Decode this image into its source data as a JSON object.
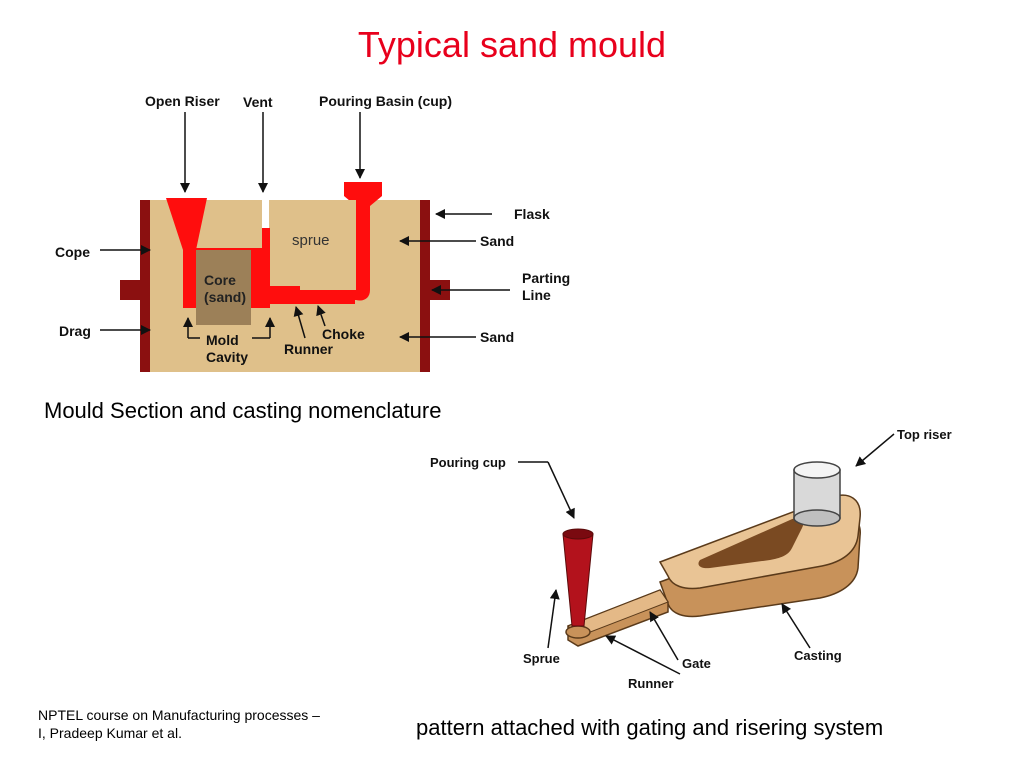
{
  "title": "Typical sand mould",
  "mould_section": {
    "labels": {
      "open_riser": "Open Riser",
      "vent": "Vent",
      "pouring_basin": "Pouring Basin (cup)",
      "flask": "Flask",
      "sand_top": "Sand",
      "cope": "Cope",
      "parting_line": "Parting\nLine",
      "drag": "Drag",
      "sand_bottom": "Sand",
      "core": "Core\n(sand)",
      "sprue": "sprue",
      "mold_cavity": "Mold\nCavity",
      "choke": "Choke",
      "runner": "Runner"
    },
    "caption": "Mould Section and casting nomenclature",
    "colors": {
      "sand": "#dfc08a",
      "metal": "#ff0d0d",
      "flask": "#8b1010",
      "core": "#9c8058"
    }
  },
  "pattern_view": {
    "labels": {
      "top_riser": "Top riser",
      "pouring_cup": "Pouring cup",
      "sprue": "Sprue",
      "gate": "Gate",
      "casting": "Casting",
      "runner": "Runner"
    },
    "caption": "pattern attached with gating and risering system",
    "colors": {
      "pattern": "#c8925a",
      "cup": "#b3121c",
      "riser": "#d9d9d9"
    }
  },
  "footer": "NPTEL course on Manufacturing processes –\nI, Pradeep Kumar et al."
}
